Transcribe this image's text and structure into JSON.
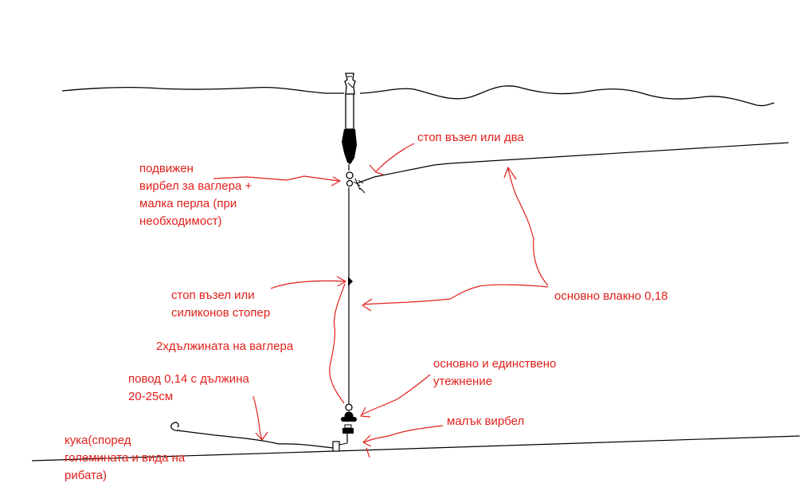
{
  "colors": {
    "label": "#e0201b",
    "arrow": "#e0201b",
    "line": "#000000"
  },
  "labels": {
    "stop_knot_top": "стоп възел или два",
    "swivel": [
      "подвижен",
      "вирбел за ваглера +",
      "малка перла (при",
      "необходимост)"
    ],
    "stop_knot_middle": [
      "стоп възел или",
      "силиконов стопер"
    ],
    "length": "2хдължината на ваглера",
    "leader": [
      "повод 0,14 с дължина",
      "20-25см"
    ],
    "hook": [
      "кука(според",
      "големината и вида на",
      "рибата)"
    ],
    "main_line": "основно влакно 0,18",
    "weight": [
      "основно и единствено",
      "утежнение"
    ],
    "small_swivel": "малък вирбел"
  }
}
